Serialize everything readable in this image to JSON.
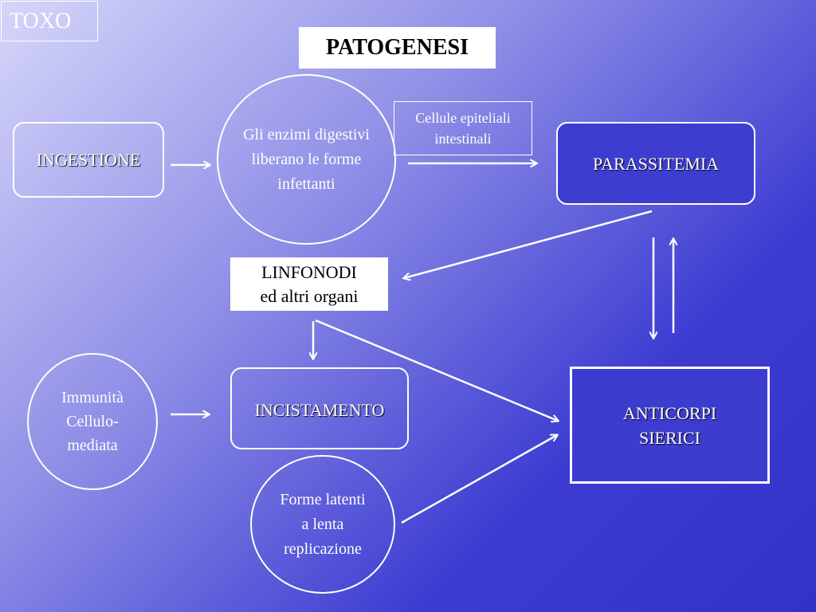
{
  "corner_label": "TOXO",
  "title": "PATOGENESI",
  "nodes": {
    "ingestione": "INGESTIONE",
    "enzimi": [
      "Gli enzimi digestivi",
      "liberano le forme",
      "infettanti"
    ],
    "cellule": [
      "Cellule epiteliali",
      "intestinali"
    ],
    "parassitemia": "PARASSITEMIA",
    "linfonodi": [
      "LINFONODI",
      "ed altri organi"
    ],
    "immunita": [
      "Immunità",
      "Cellulo-",
      "mediata"
    ],
    "incistamento": "INCISTAMENTO",
    "anticorpi": [
      "ANTICORPI",
      "SIERICI"
    ],
    "forme": [
      "Forme latenti",
      "a lenta",
      "replicazione"
    ]
  }
}
